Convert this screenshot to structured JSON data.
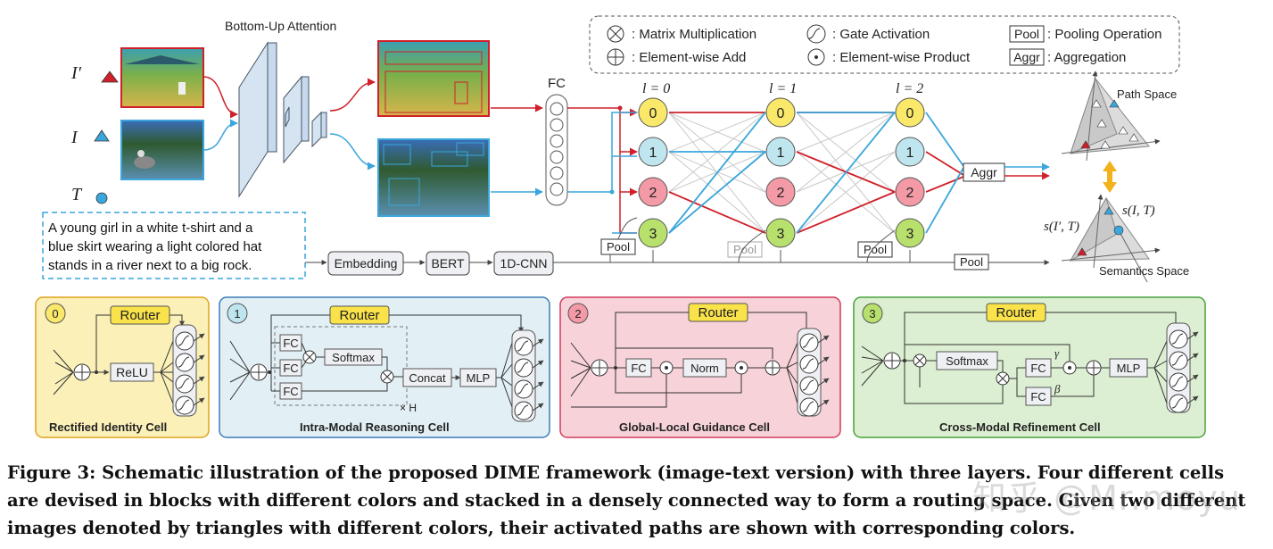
{
  "legend": {
    "matmul": ": Matrix Multiplication",
    "add": ": Element-wise Add",
    "gate": ": Gate Activation",
    "product": ": Element-wise Product",
    "pool_box": "Pool",
    "pool": ": Pooling Operation",
    "aggr_box": "Aggr",
    "aggr": ": Aggregation"
  },
  "inputs": {
    "i_prime": "I′",
    "i": "I",
    "t": "T",
    "bottom_up": "Bottom-Up Attention",
    "caption_text": [
      "A young girl in a white t-shirt and a",
      "blue skirt wearing a light colored hat",
      "stands in a river next to a big rock."
    ]
  },
  "text_pipeline": {
    "embedding": "Embedding",
    "bert": "BERT",
    "cnn": "1D-CNN"
  },
  "routing": {
    "fc": "FC",
    "layers": [
      "l = 0",
      "l = 1",
      "l = 2"
    ],
    "cells": [
      "0",
      "1",
      "2",
      "3"
    ],
    "pool": "Pool",
    "aggr": "Aggr"
  },
  "spaces": {
    "path": "Path Space",
    "semantics": "Semantics Space",
    "s_it": "s(I, T)",
    "s_ipt": "s(I′, T)"
  },
  "cells_detail": [
    {
      "id": "0",
      "router": "Router",
      "op": "ReLU",
      "name": "Rectified Identity Cell"
    },
    {
      "id": "1",
      "router": "Router",
      "fc": "FC",
      "softmax": "Softmax",
      "concat": "Concat",
      "mlp": "MLP",
      "heads": "× H",
      "name": "Intra-Modal Reasoning Cell"
    },
    {
      "id": "2",
      "router": "Router",
      "fc": "FC",
      "norm": "Norm",
      "name": "Global-Local Guidance Cell"
    },
    {
      "id": "3",
      "router": "Router",
      "softmax": "Softmax",
      "fc": "FC",
      "mlp": "MLP",
      "gamma": "γ",
      "beta": "β",
      "name": "Cross-Modal Refinement Cell"
    }
  ],
  "caption": [
    "Figure 3: Schematic illustration of the proposed DIME framework (image-text version) with three layers. Four different cells",
    "are devised in blocks with different colors and stacked in a densely connected way to form a routing space. Given two different",
    "images denoted by triangles with different colors, their activated paths are shown with corresponding colors."
  ],
  "watermark": "知乎 @Mr.moyu",
  "colors": {
    "cell0": "#f9e86a",
    "cell1": "#bfe6ee",
    "cell2": "#f39aa6",
    "cell3": "#b8e06c",
    "red_path": "#d0202a",
    "blue_path": "#3aa6dc",
    "block0": "#fbf0b8",
    "block1": "#e2f0f5",
    "block2": "#f7d2d9",
    "block3": "#dcefd2"
  }
}
